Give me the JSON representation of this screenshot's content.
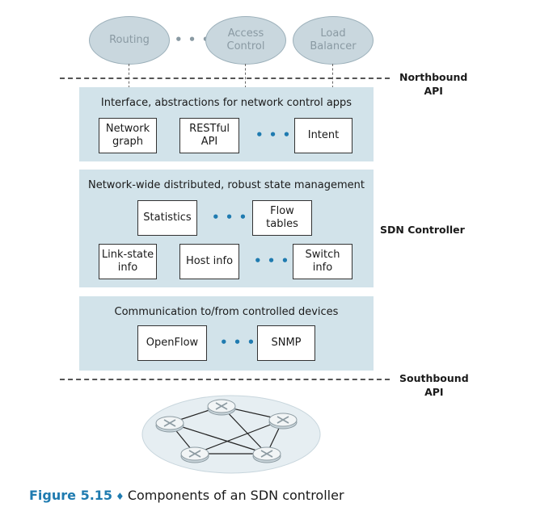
{
  "apps": {
    "routing": "Routing",
    "access_control": [
      "Access",
      "Control"
    ],
    "load_balancer": [
      "Load",
      "Balancer"
    ]
  },
  "ellipsis": "• • •",
  "northbound": [
    "Northbound",
    "API"
  ],
  "southbound": [
    "Southbound",
    "API"
  ],
  "sdn_controller": "SDN Controller",
  "layer_top": {
    "title": "Interface, abstractions for  network control apps",
    "items": [
      [
        "Network",
        "graph"
      ],
      [
        "RESTful",
        "API"
      ],
      [
        "Intent"
      ]
    ]
  },
  "layer_mid": {
    "title": "Network-wide distributed, robust state management",
    "statistics": "Statistics",
    "flow_tables": [
      "Flow",
      "tables"
    ],
    "link_state": [
      "Link-state",
      "info"
    ],
    "host_info": "Host info",
    "switch_info": [
      "Switch",
      "info"
    ]
  },
  "layer_bottom": {
    "title": "Communication to/from controlled devices",
    "openflow": "OpenFlow",
    "snmp": "SNMP"
  },
  "caption": {
    "number": "Figure 5.15",
    "separator": "♦",
    "text": "Components of an SDN controller"
  },
  "colors": {
    "panel": "#d2e3ea",
    "app_bubble": "#c9d7de",
    "accent": "#1f7bb0"
  }
}
